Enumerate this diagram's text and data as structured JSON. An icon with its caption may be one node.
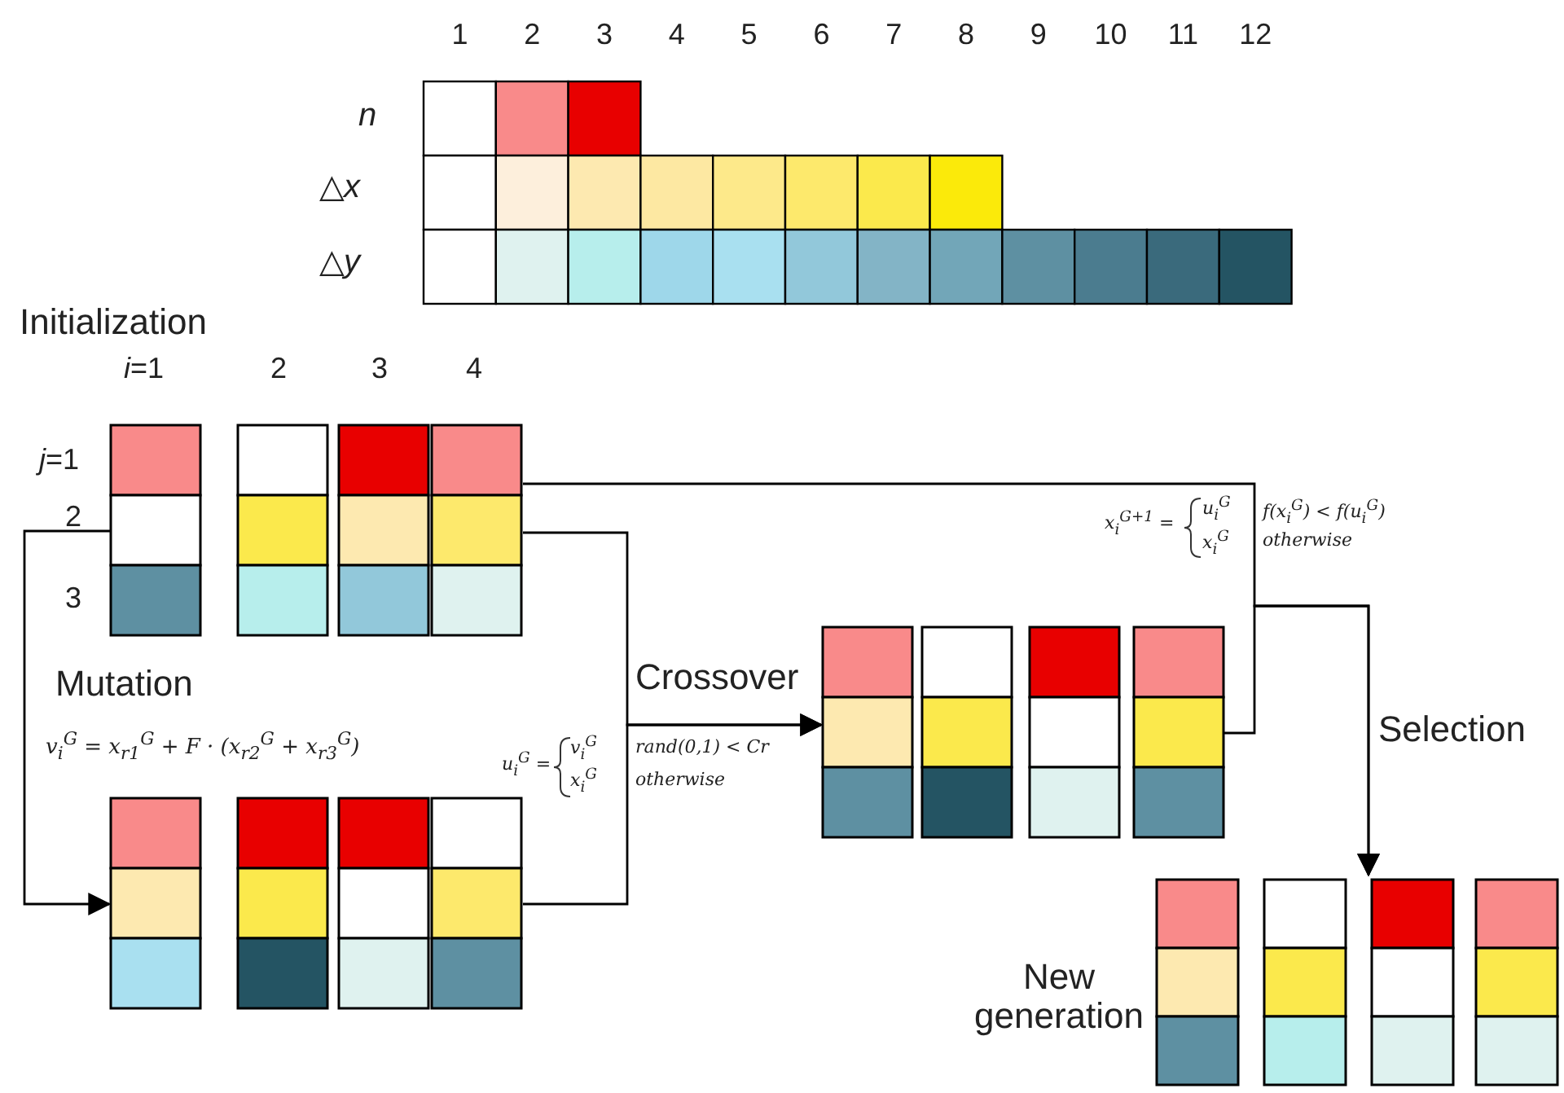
{
  "diagram": {
    "nodes": [
      {
        "text": [
          "Initialization"
        ]
      },
      {
        "text": [
          "Mutation",
          "v$_{i}$$^{G}$ = x$_{r1}$$^{G}$ + F · (x$_{r2}$$^{G}$ + x$_{r3}$$^{G}$)"
        ]
      },
      {
        "text": [],
        "shape": "box"
      },
      {
        "text": [
          "New generation"
        ]
      }
    ],
    "edges": [
      {
        "from": 0,
        "to": 1,
        "arrow": "to"
      },
      {
        "from": 0,
        "to": 2,
        "arrow": "to"
      },
      {
        "from": 1,
        "to": 2,
        "arrow": "to"
      },
      {
        "from": 0,
        "to": 3,
        "arrow": "to"
      },
      {
        "from": 2,
        "to": 3,
        "arrow": "to"
      }
    ],
    "labels": [
      "1",
      "2",
      "3",
      "4",
      "5",
      "6",
      "7",
      "8",
      "9",
      "10",
      "11",
      "12",
      "n",
      "△*x*",
      "△*y*",
      "*i*=1",
      "2",
      "3",
      "4",
      "*j*=1",
      "2",
      "3",
      "x$_{i}$$^{G+1}$ =",
      "u$_{i}$$^{G}$",
      "f(x$_{i}$$^{G}$) <  f(u$_{i}$$^{G}$)",
      "x$_{i}$$^{G}$",
      "otherwise",
      "Crossover",
      "Selection",
      "u$_{i}$$^{G}$ =",
      "v$_{i}$$^{G}$",
      "rand(0,1) < Cr",
      "x$_{i}$$^{G}$",
      "otherwise"
    ]
  }
}
